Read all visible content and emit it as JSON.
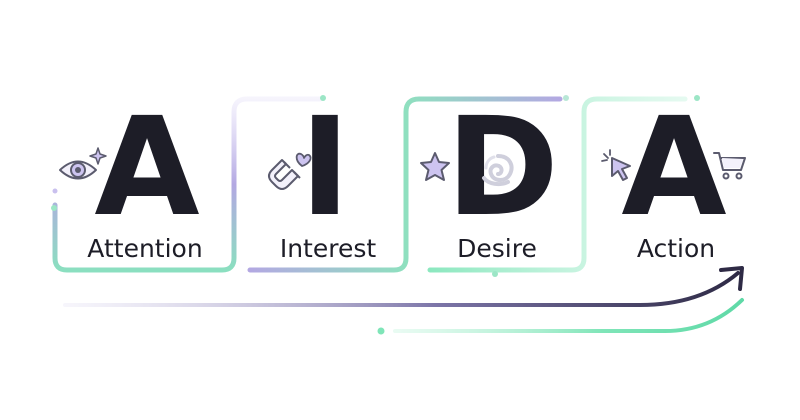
{
  "stages": [
    {
      "letter": "A",
      "word": "Attention",
      "icon": "eye-icon"
    },
    {
      "letter": "I",
      "word": "Interest",
      "icon": "magnet-heart-icon"
    },
    {
      "letter": "D",
      "word": "Desire",
      "icon": "star-swirl-icon"
    },
    {
      "letter": "A",
      "word": "Action",
      "icon": "cursor-cart-icon"
    }
  ],
  "colors": {
    "text": "#1d1d27",
    "purple": "#b3a8e2",
    "green": "#6fe3b0",
    "dark_arrow": "#3c3755",
    "icon_stroke": "#5b5b6e",
    "icon_fill": "#cdc4f0"
  }
}
